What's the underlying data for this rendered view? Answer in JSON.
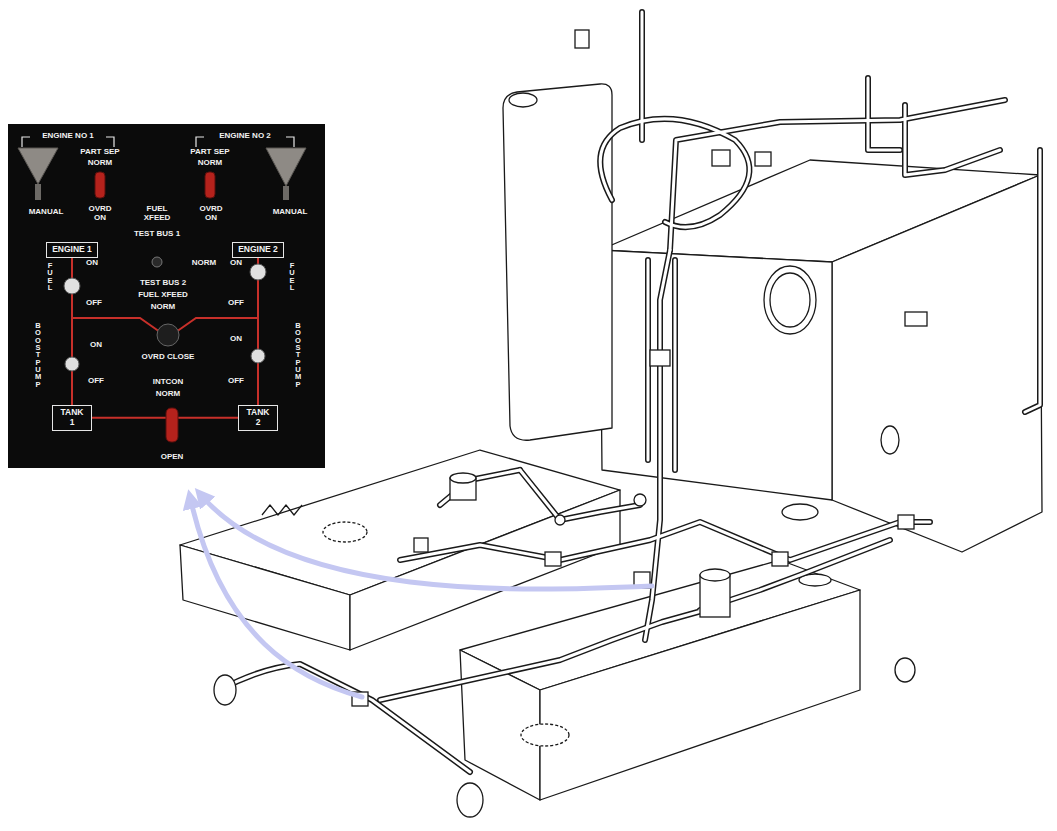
{
  "diagram": {
    "nodes": [
      {
        "text": [
          "ENGINE 1"
        ]
      },
      {
        "text": [
          "ENGINE 2"
        ]
      },
      {
        "text": [
          "TANK 1"
        ]
      },
      {
        "text": [
          "TANK 2"
        ]
      }
    ],
    "edges": [
      {
        "from": 0,
        "to": 2,
        "arrow": "none"
      },
      {
        "from": 1,
        "to": 3,
        "arrow": "none"
      },
      {
        "from": 2,
        "to": 3,
        "arrow": "none"
      }
    ],
    "labels": [
      "ENGINE NO 1",
      "ENGINE NO 2",
      "PART SEP",
      "NORM",
      "PART SEP",
      "NORM",
      "MANUAL",
      "OVRD ON",
      "FUEL XFEED",
      "OVRD ON",
      "MANUAL",
      "TEST BUS 1",
      "NORM",
      "ON",
      "ON",
      "FUEL",
      "FUEL",
      "OFF",
      "TEST BUS 2",
      "FUEL XFEED",
      "NORM",
      "OFF",
      "BOOST PUMP",
      "ON",
      "OVRD CLOSE",
      "ON",
      "BOOST PUMP",
      "OFF",
      "INTCON",
      "NORM",
      "OFF",
      "OPEN"
    ]
  }
}
